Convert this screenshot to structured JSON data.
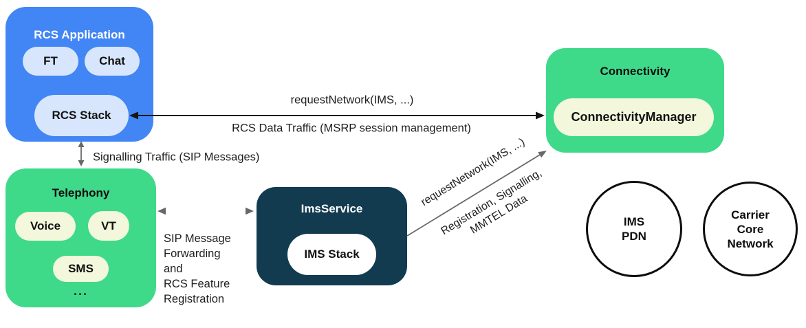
{
  "colors": {
    "blue": "#4285F4",
    "light_blue": "#D7E6FC",
    "green": "#3FD98A",
    "cream": "#F3F7DC",
    "navy": "#123B50",
    "arrow_gray": "#686868",
    "arrow_black": "#141414",
    "text_dark": "#1E1E1E"
  },
  "boxes": {
    "rcs_application": {
      "title": "RCS Application",
      "pills": [
        "FT",
        "Chat",
        "RCS Stack"
      ]
    },
    "telephony": {
      "title": "Telephony",
      "pills": [
        "Voice",
        "VT",
        "SMS"
      ],
      "more": "..."
    },
    "ims_service": {
      "title": "ImsService",
      "pills": [
        "IMS Stack"
      ]
    },
    "connectivity": {
      "title": "Connectivity",
      "pills": [
        "ConnectivityManager"
      ]
    }
  },
  "circles": [
    {
      "lines": [
        "IMS",
        "PDN"
      ]
    },
    {
      "lines": [
        "Carrier",
        "Core",
        "Network"
      ]
    }
  ],
  "edges": {
    "rcs_connectivity_top_label": "requestNetwork(IMS, ...)",
    "rcs_connectivity_bottom_label": "RCS Data Traffic (MSRP session management)",
    "rcs_telephony_label": "Signalling Traffic (SIP Messages)",
    "telephony_ims_label_lines": [
      "SIP Message",
      "Forwarding",
      "and",
      "RCS Feature",
      "Registration"
    ],
    "ims_connectivity_label_top": "requestNetwork(IMS, ...)",
    "ims_connectivity_label_bottom_lines": [
      "Registration, Signalling,",
      "MMTEL Data"
    ]
  }
}
